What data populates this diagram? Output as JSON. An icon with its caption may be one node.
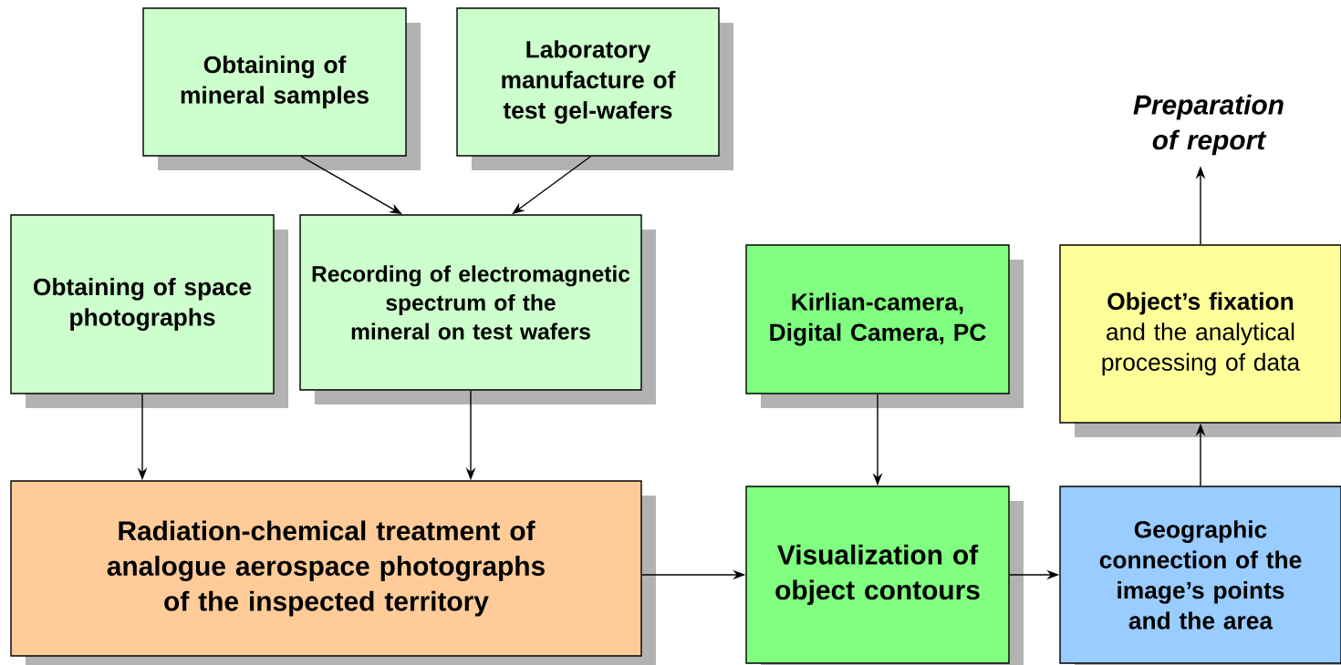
{
  "diagram": {
    "nodes": [
      {
        "text": [
          "Obtaining of mineral samples"
        ]
      },
      {
        "text": [
          "Laboratory manufacture of test gel-wafers"
        ]
      },
      {
        "text": [
          "Obtaining of space photographs"
        ]
      },
      {
        "text": [
          "Recording of electromagnetic spectrum of the mineral on test wafers"
        ]
      },
      {
        "text": [
          "Kirlian-camera, Digital Camera, PC"
        ]
      },
      {
        "text": [
          "Preparation of report"
        ]
      },
      {
        "text": [
          "**Object’s fixation** and the analytical processing of data"
        ]
      },
      {
        "text": [
          "Radiation-chemical treatment of analogue aerospace photographs of the inspected territory"
        ]
      },
      {
        "text": [
          "Visualization of object contours"
        ]
      },
      {
        "text": [
          "Geographic connection of the image’s points and the area"
        ]
      }
    ],
    "edges": [
      {
        "from": 0,
        "to": 3,
        "arrow": "to"
      },
      {
        "from": 1,
        "to": 3,
        "arrow": "to"
      },
      {
        "from": 2,
        "to": 7,
        "arrow": "to"
      },
      {
        "from": 3,
        "to": 7,
        "arrow": "to"
      },
      {
        "from": 4,
        "to": 8,
        "arrow": "to"
      },
      {
        "from": 7,
        "to": 8,
        "arrow": "to"
      },
      {
        "from": 8,
        "to": 9,
        "arrow": "to"
      },
      {
        "from": 9,
        "to": 6,
        "arrow": "to"
      },
      {
        "from": 6,
        "to": 5,
        "arrow": "to"
      }
    ]
  }
}
